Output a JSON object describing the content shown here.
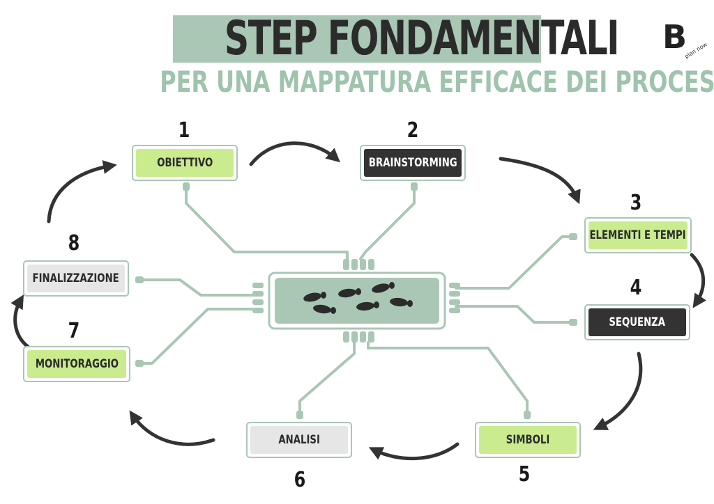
{
  "header": {
    "title": "STEP FONDAMENTALI",
    "subtitle": "PER UNA MAPPATURA EFFICACE DEI PROCESSI"
  },
  "logo": {
    "letter": "B",
    "small_text": "plan now"
  },
  "center": {
    "icon": "footprints-icon"
  },
  "steps": [
    {
      "number": "1",
      "label": "OBIETTIVO"
    },
    {
      "number": "2",
      "label": "BRAINSTORMING"
    },
    {
      "number": "3",
      "label": "ELEMENTI E TEMPI"
    },
    {
      "number": "4",
      "label": "SEQUENZA"
    },
    {
      "number": "5",
      "label": "SIMBOLI"
    },
    {
      "number": "6",
      "label": "ANALISI"
    },
    {
      "number": "7",
      "label": "MONITORAGGIO"
    },
    {
      "number": "8",
      "label": "FINALIZZAZIONE"
    }
  ],
  "colors": {
    "sage": "#a9c7b4",
    "lime": "#cbeb8f",
    "dark": "#333333",
    "light_gray": "#e6e6e6"
  }
}
